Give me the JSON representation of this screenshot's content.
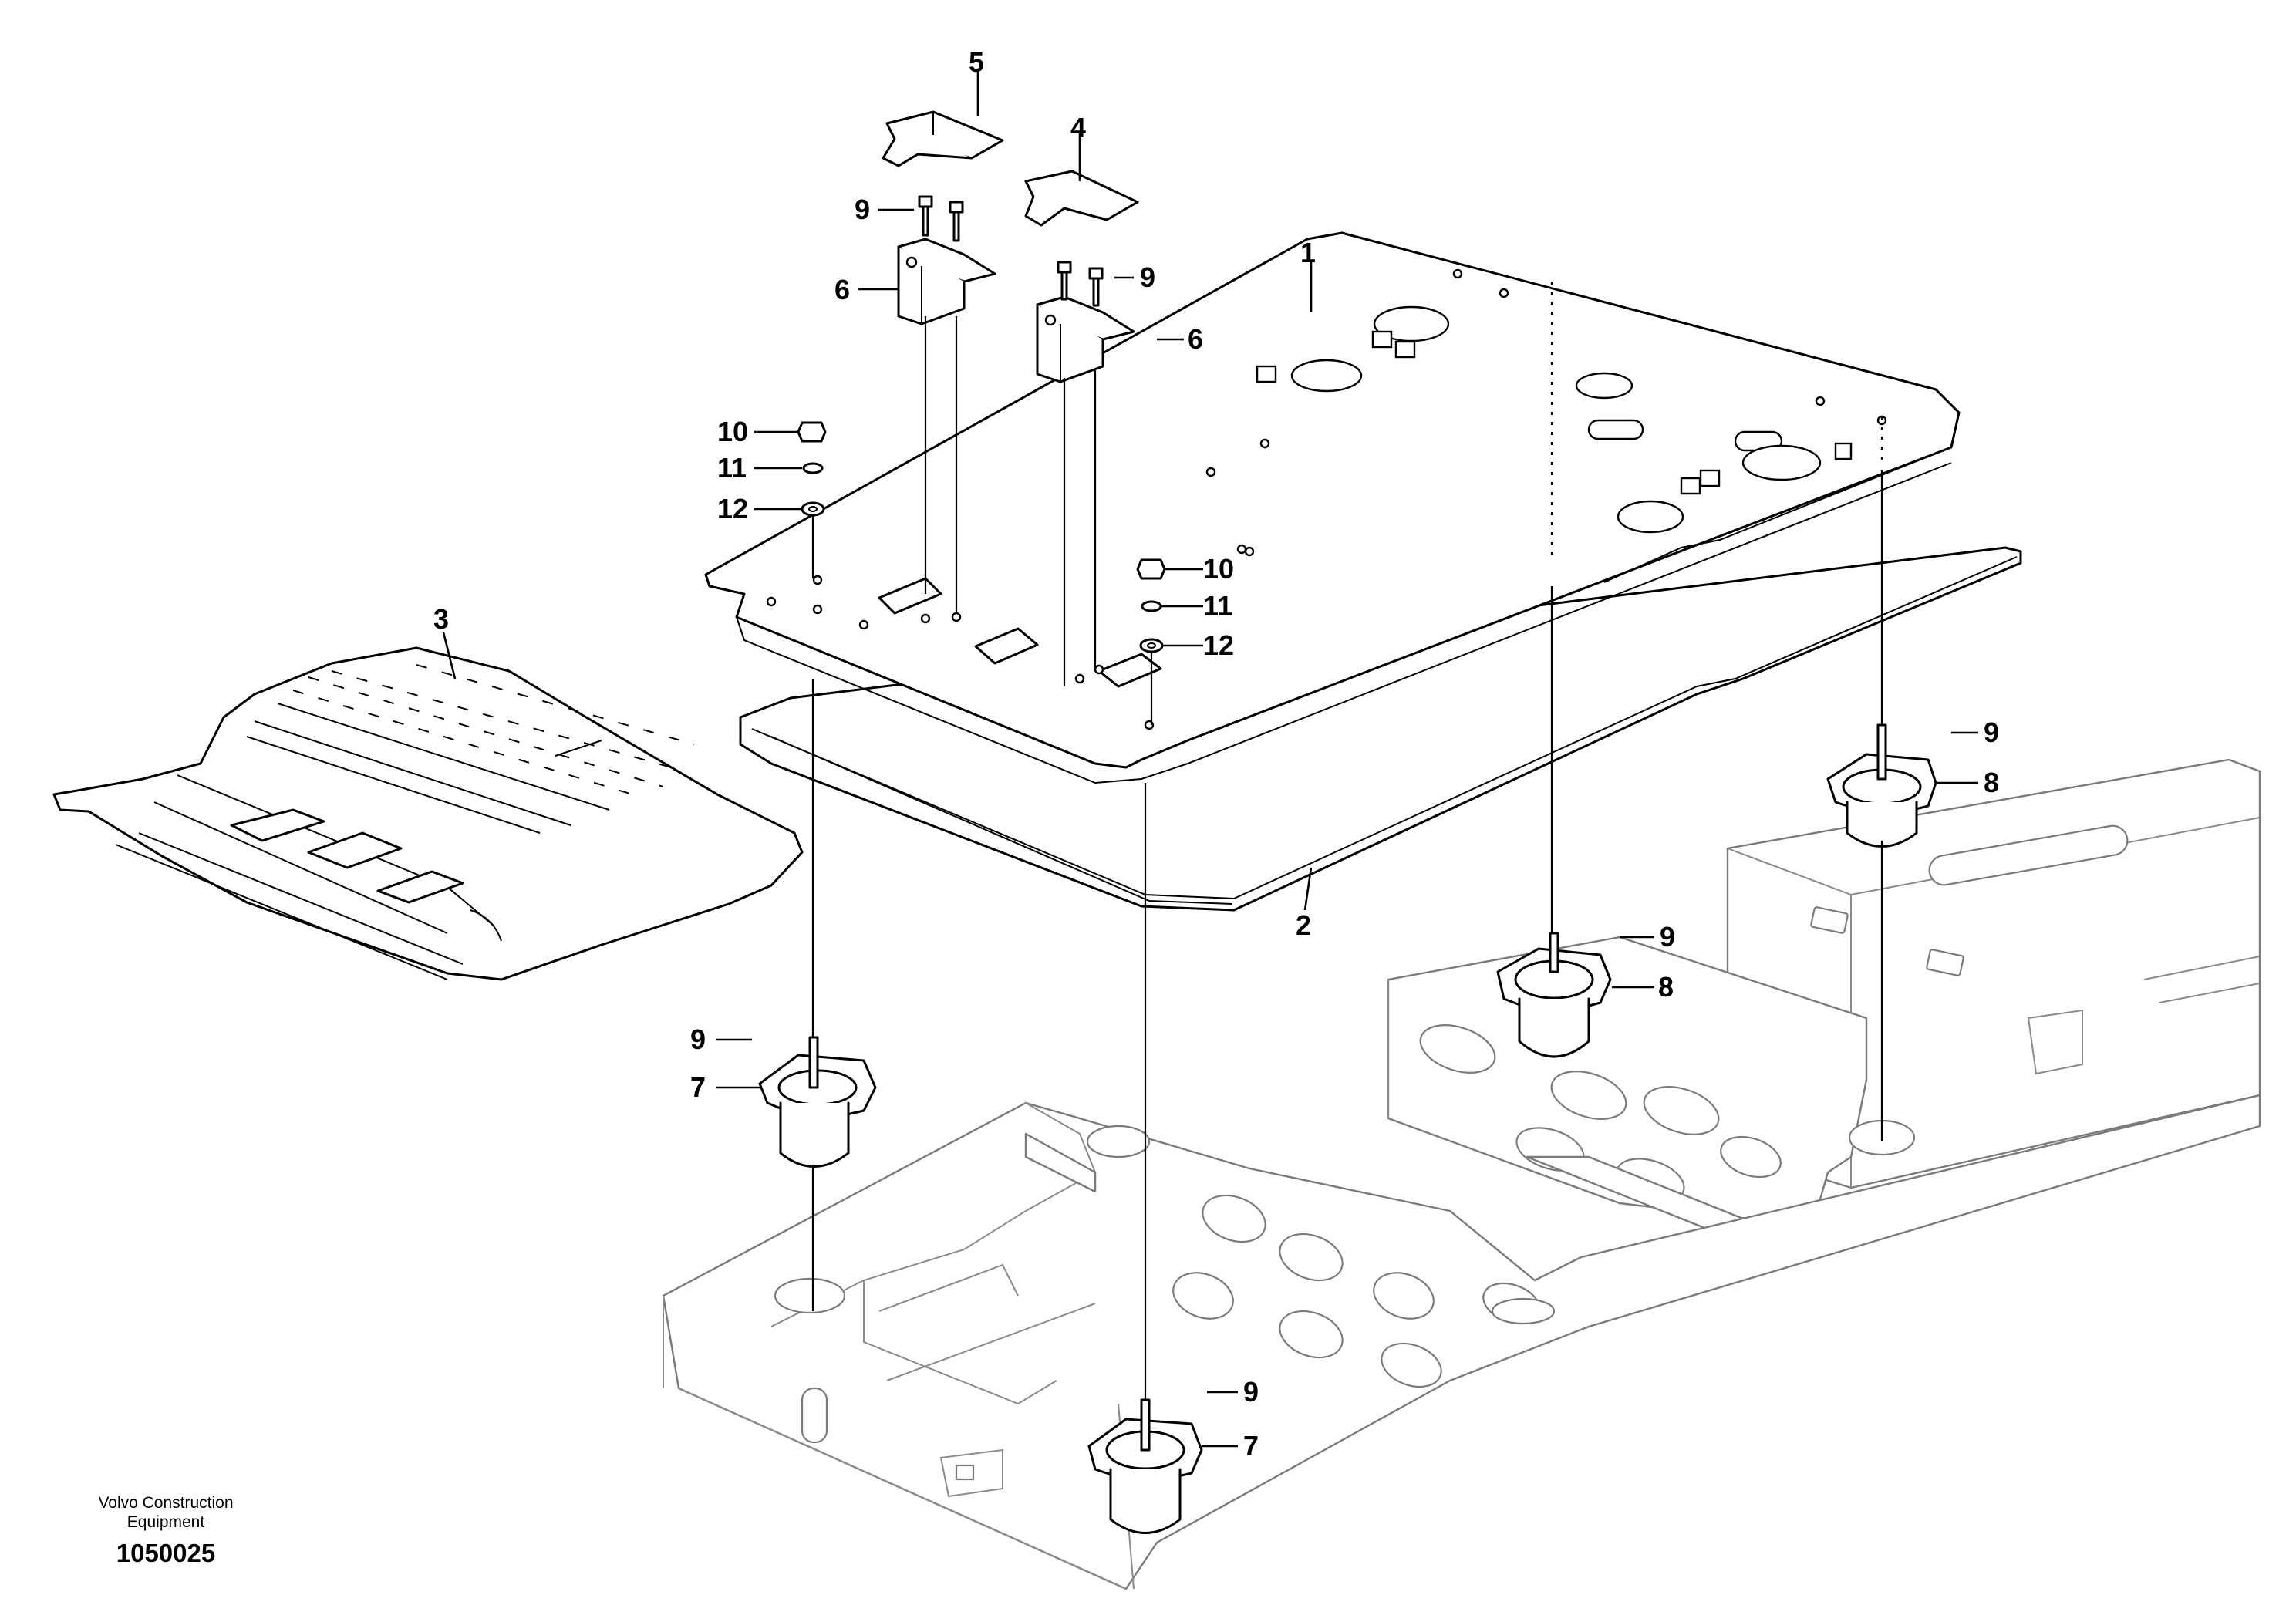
{
  "diagram": {
    "callouts": {
      "c1": "1",
      "c2": "2",
      "c3": "3",
      "c4": "4",
      "c5": "5",
      "c6a": "6",
      "c6b": "6",
      "c7a": "7",
      "c7b": "7",
      "c8a": "8",
      "c8b": "8",
      "c9a": "9",
      "c9b": "9",
      "c9c": "9",
      "c9d": "9",
      "c9e": "9",
      "c9f": "9",
      "c10a": "10",
      "c10b": "10",
      "c11a": "11",
      "c11b": "11",
      "c12a": "12",
      "c12b": "12"
    }
  },
  "footer": {
    "brand_line1": "Volvo Construction",
    "brand_line2": "Equipment",
    "drawing_number": "1050025"
  }
}
